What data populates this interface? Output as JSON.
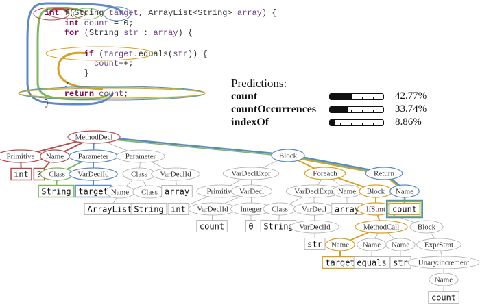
{
  "code": {
    "lines": [
      {
        "parts": [
          {
            "t": "int",
            "c": "kw"
          },
          {
            "t": " "
          },
          {
            "t": "f"
          },
          {
            "t": "("
          },
          {
            "t": "String"
          },
          {
            "t": " "
          },
          {
            "t": "target",
            "c": "var"
          },
          {
            "t": ", ArrayList<String> "
          },
          {
            "t": "array",
            "c": "var"
          },
          {
            "t": ") {"
          }
        ]
      },
      {
        "parts": [
          {
            "t": "    "
          },
          {
            "t": "int",
            "c": "kw"
          },
          {
            "t": " "
          },
          {
            "t": "count",
            "c": "var"
          },
          {
            "t": " = 0;"
          }
        ]
      },
      {
        "parts": [
          {
            "t": "    "
          },
          {
            "t": "for",
            "c": "kw"
          },
          {
            "t": " (String "
          },
          {
            "t": "str",
            "c": "var"
          },
          {
            "t": " : "
          },
          {
            "t": "array",
            "c": "var"
          },
          {
            "t": ") {"
          }
        ]
      },
      {
        "parts": [
          {
            "t": ""
          }
        ]
      },
      {
        "parts": [
          {
            "t": "        "
          },
          {
            "t": "if",
            "c": "kw"
          },
          {
            "t": " ("
          },
          {
            "t": "target",
            "c": "var"
          },
          {
            "t": ".equals("
          },
          {
            "t": "str",
            "c": "var"
          },
          {
            "t": ")) {"
          }
        ]
      },
      {
        "parts": [
          {
            "t": "          "
          },
          {
            "t": "count",
            "c": "var"
          },
          {
            "t": "++;"
          }
        ]
      },
      {
        "parts": [
          {
            "t": "        }"
          }
        ]
      },
      {
        "parts": [
          {
            "t": "    }"
          }
        ]
      },
      {
        "parts": [
          {
            "t": "    "
          },
          {
            "t": "return",
            "c": "kw"
          },
          {
            "t": " "
          },
          {
            "t": "count",
            "c": "var"
          },
          {
            "t": ";"
          }
        ]
      },
      {
        "parts": [
          {
            "t": "}"
          }
        ]
      }
    ]
  },
  "predictions": {
    "title": "Predictions:",
    "items": [
      {
        "name": "count",
        "probability": 42.77,
        "label": "42.77%"
      },
      {
        "name": "countOccurrences",
        "probability": 33.74,
        "label": "33.74%"
      },
      {
        "name": "indexOf",
        "probability": 8.86,
        "label": "8.86%"
      }
    ]
  },
  "colors": {
    "red": "#b84a4a",
    "green": "#7ab85a",
    "blue": "#5b88c8",
    "orange": "#d9a020",
    "gray": "#aaaaaa"
  },
  "tree": {
    "nodes": [
      {
        "id": "md",
        "label": "MethodDecl",
        "color": "red"
      },
      {
        "id": "prim1",
        "label": "Primitive",
        "color": "red"
      },
      {
        "id": "name1",
        "label": "Name",
        "color": "red"
      },
      {
        "id": "param1",
        "label": "Parameter",
        "color": "blue"
      },
      {
        "id": "param2",
        "label": "Parameter",
        "color": "gray"
      },
      {
        "id": "int1",
        "label": "int",
        "leaf": true,
        "color": "red"
      },
      {
        "id": "q",
        "label": "?",
        "leaf": true,
        "color": "red"
      },
      {
        "id": "class1",
        "label": "Class",
        "color": "green"
      },
      {
        "id": "vdi1",
        "label": "VarDeclId",
        "color": "blue"
      },
      {
        "id": "string1",
        "label": "String",
        "leaf": true,
        "color": "green"
      },
      {
        "id": "target1",
        "label": "target",
        "leaf": true,
        "color": "blue"
      },
      {
        "id": "class2",
        "label": "Class",
        "color": "gray"
      },
      {
        "id": "vdi2",
        "label": "VarDeclId",
        "color": "gray"
      },
      {
        "id": "name2",
        "label": "Name",
        "color": "gray"
      },
      {
        "id": "class3",
        "label": "Class",
        "color": "gray"
      },
      {
        "id": "array1",
        "label": "array",
        "leaf": true,
        "color": "gray"
      },
      {
        "id": "arraylist",
        "label": "ArrayList",
        "leaf": true,
        "color": "gray"
      },
      {
        "id": "string2",
        "label": "String",
        "leaf": true,
        "color": "gray"
      },
      {
        "id": "block1",
        "label": "Block",
        "color": "blue"
      },
      {
        "id": "vde1",
        "label": "VarDeclExpr",
        "color": "gray"
      },
      {
        "id": "prim2",
        "label": "Primitive",
        "color": "gray"
      },
      {
        "id": "vd1",
        "label": "VarDecl",
        "color": "gray"
      },
      {
        "id": "int2",
        "label": "int",
        "leaf": true,
        "color": "gray"
      },
      {
        "id": "vdi3",
        "label": "VarDeclId",
        "color": "gray"
      },
      {
        "id": "integer",
        "label": "Integer",
        "color": "gray"
      },
      {
        "id": "count1",
        "label": "count",
        "leaf": true,
        "color": "gray"
      },
      {
        "id": "zero",
        "label": "0",
        "leaf": true,
        "color": "gray"
      },
      {
        "id": "foreach",
        "label": "Foreach",
        "color": "orange"
      },
      {
        "id": "vde2",
        "label": "VarDeclExpr",
        "color": "gray"
      },
      {
        "id": "name3",
        "label": "Name",
        "color": "gray"
      },
      {
        "id": "block2",
        "label": "Block",
        "color": "orange"
      },
      {
        "id": "class4",
        "label": "Class",
        "color": "gray"
      },
      {
        "id": "vd2",
        "label": "VarDecl",
        "color": "gray"
      },
      {
        "id": "string3",
        "label": "String",
        "leaf": true,
        "color": "gray"
      },
      {
        "id": "vdi4",
        "label": "VarDeclId",
        "color": "gray"
      },
      {
        "id": "str1",
        "label": "str",
        "leaf": true,
        "color": "gray"
      },
      {
        "id": "array2",
        "label": "array",
        "leaf": true,
        "color": "gray"
      },
      {
        "id": "ifstmt",
        "label": "IfStmt",
        "color": "orange"
      },
      {
        "id": "mcall",
        "label": "MethodCall",
        "color": "orange"
      },
      {
        "id": "block3",
        "label": "Block",
        "color": "gray"
      },
      {
        "id": "name4",
        "label": "Name",
        "color": "orange"
      },
      {
        "id": "name5",
        "label": "Name",
        "color": "gray"
      },
      {
        "id": "name6",
        "label": "Name",
        "color": "gray"
      },
      {
        "id": "target2",
        "label": "target",
        "leaf": true,
        "color": "orange"
      },
      {
        "id": "equals",
        "label": "equals",
        "leaf": true,
        "color": "gray"
      },
      {
        "id": "str2",
        "label": "str",
        "leaf": true,
        "color": "gray"
      },
      {
        "id": "exprstmt",
        "label": "ExprStmt",
        "color": "gray"
      },
      {
        "id": "unary",
        "label": "Unary:increment",
        "color": "gray"
      },
      {
        "id": "name7",
        "label": "Name",
        "color": "gray"
      },
      {
        "id": "count3",
        "label": "count",
        "leaf": true,
        "color": "gray"
      },
      {
        "id": "return",
        "label": "Return",
        "color": "blue"
      },
      {
        "id": "name8",
        "label": "Name",
        "color": "blue"
      },
      {
        "id": "count2",
        "label": "count",
        "leaf": true,
        "color": "multi"
      }
    ]
  }
}
